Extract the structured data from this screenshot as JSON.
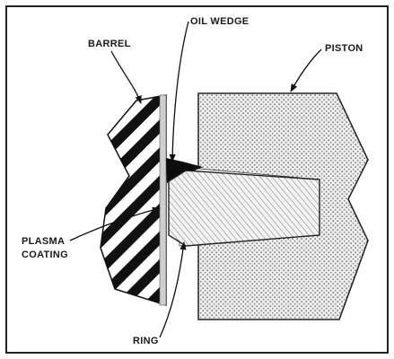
{
  "diagram": {
    "labels": {
      "barrel": "BARREL",
      "oil_wedge": "OIL WEDGE",
      "piston": "PISTON",
      "plasma_coating_line1": "PLASMA",
      "plasma_coating_line2": "COATING",
      "ring": "RING"
    }
  }
}
